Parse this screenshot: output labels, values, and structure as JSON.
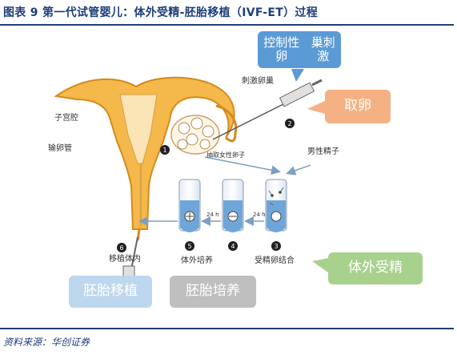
{
  "figure": {
    "title": "图表 9   第一代试管婴儿：体外受精-胚胎移植（IVF-ET）过程",
    "source": "资料来源：华创证券"
  },
  "illustration_labels": {
    "uterus": "子宫腔",
    "oviduct": "输卵管",
    "stimulate": "刺激卵巢",
    "extract": "抽取女性卵子",
    "sperm": "男性精子",
    "fertilize": "受精卵结合",
    "culture": "体外培养",
    "transfer": "移植体内",
    "time_a": "24 h",
    "time_b": "24 h"
  },
  "step_numbers": [
    "1",
    "2",
    "3",
    "4",
    "5",
    "6"
  ],
  "callouts": {
    "ovarian_stimulation": "控制性卵巢刺激",
    "egg_retrieval": "取卵",
    "ivf": "体外受精",
    "embryo_culture": "胚胎培养",
    "embryo_transfer": "胚胎移植"
  },
  "colors": {
    "title": "#1f3e7a",
    "callout_blue": "#5b9bd5",
    "callout_orange": "#f4b183",
    "callout_green": "#a9d18e",
    "callout_lightblue": "#bdd7ee",
    "callout_gray": "#bfbfbf",
    "uterus": "#e8a53c",
    "liquid": "#6ea6d9"
  }
}
